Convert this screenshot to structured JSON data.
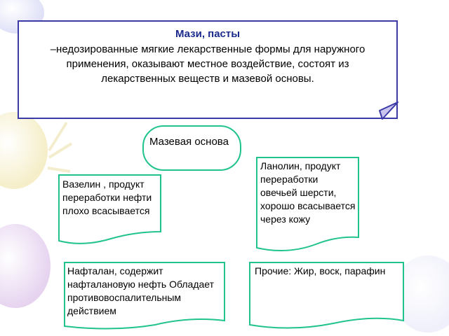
{
  "header": {
    "title": "Мази, пасты",
    "body": "–недозированные мягкие лекарственные формы для наружного применения, оказывают местное воздействие, состоят из лекарственных веществ и мазевой основы."
  },
  "center_node": {
    "label": "Мазевая основа"
  },
  "nodes": [
    {
      "label": "Вазелин , продукт переработки нефти плохо всасывается"
    },
    {
      "label": "Ланолин, продукт переработки овечьей шерсти, хорошо всасывается через кожу"
    },
    {
      "label": "Нафталан, содержит нафталановую нефть Обладает противовоспалительным действием"
    },
    {
      "label": "Прочие: Жир, воск, парафин"
    }
  ],
  "colors": {
    "title_border": "#3b3ba8",
    "title_heading": "#1a2a8c",
    "node_border": "#20c48a"
  }
}
